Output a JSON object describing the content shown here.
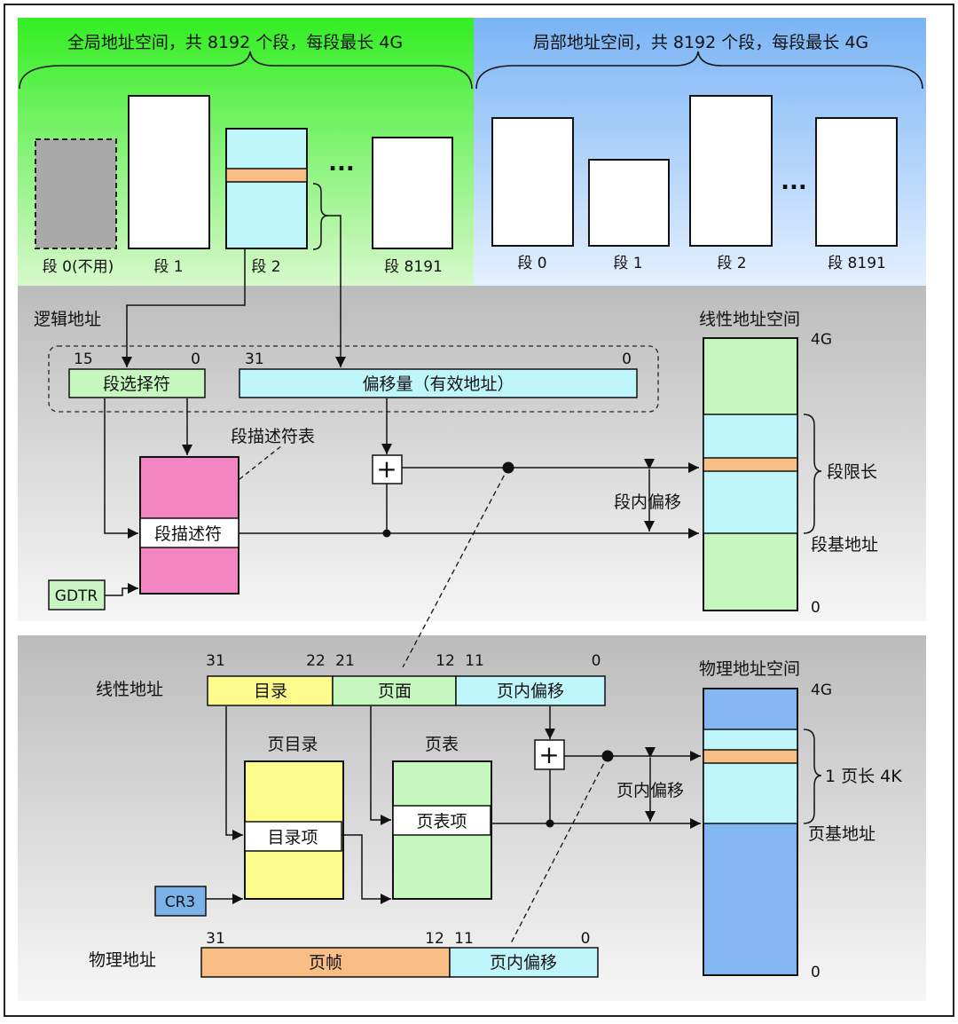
{
  "colors": {
    "global_bg_top": "#33ee22",
    "global_bg_bottom": "#d8f8cc",
    "local_bg_top": "#7ab4f5",
    "local_bg_bottom": "#e4f0ff",
    "gray_band_top": "#bcbcbc",
    "gray_band_bottom": "#f6f6f6",
    "segment_white": "#ffffff",
    "segment_unused": "#a9a9a9",
    "cyan": "#bff6fb",
    "orange": "#f9bd86",
    "light_green": "#c5f7bf",
    "pink": "#f485c3",
    "yellow": "#fdfb8c",
    "blue": "#84b6f3",
    "gdtr_green": "#c9f5c3",
    "cr3_blue": "#7cb2ea"
  },
  "global_space": {
    "title": "全局地址空间，共 8192 个段，每段最长 4G",
    "segments": [
      "段 0(不用)",
      "段 1",
      "段 2",
      "段 8191"
    ],
    "ellipsis": "..."
  },
  "local_space": {
    "title": "局部地址空间，共 8192 个段，每段最长 4G",
    "segments": [
      "段 0",
      "段 1",
      "段 2",
      "段 8191"
    ],
    "ellipsis": "..."
  },
  "segmentation": {
    "logical_address_label": "逻辑地址",
    "selector_bits": {
      "high": "15",
      "low": "0"
    },
    "offset_bits": {
      "high": "31",
      "low": "0"
    },
    "selector_label": "段选择符",
    "offset_label": "偏移量（有效地址）",
    "descriptor_table_label": "段描述符表",
    "descriptor_label": "段描述符",
    "gdtr_label": "GDTR",
    "plus_symbol": "+",
    "in_segment_offset": "段内偏移"
  },
  "linear_space": {
    "title": "线性地址空间",
    "top_label": "4G",
    "bottom_label": "0",
    "segment_limit": "段限长",
    "segment_base": "段基地址"
  },
  "paging": {
    "linear_address_label": "线性地址",
    "bit_labels": [
      "31",
      "22",
      "21",
      "12",
      "11",
      "0"
    ],
    "fields": [
      "目录",
      "页面",
      "页内偏移"
    ],
    "page_directory_label": "页目录",
    "page_table_label": "页表",
    "directory_entry_label": "目录项",
    "page_table_entry_label": "页表项",
    "cr3_label": "CR3",
    "plus_symbol": "+",
    "in_page_offset": "页内偏移",
    "physical_address_label": "物理地址",
    "phys_bit_labels": [
      "31",
      "12",
      "11",
      "0"
    ],
    "phys_fields": [
      "页帧",
      "页内偏移"
    ]
  },
  "physical_space": {
    "title": "物理地址空间",
    "top_label": "4G",
    "bottom_label": "0",
    "page_length": "1 页长 4K",
    "page_base": "页基地址"
  }
}
